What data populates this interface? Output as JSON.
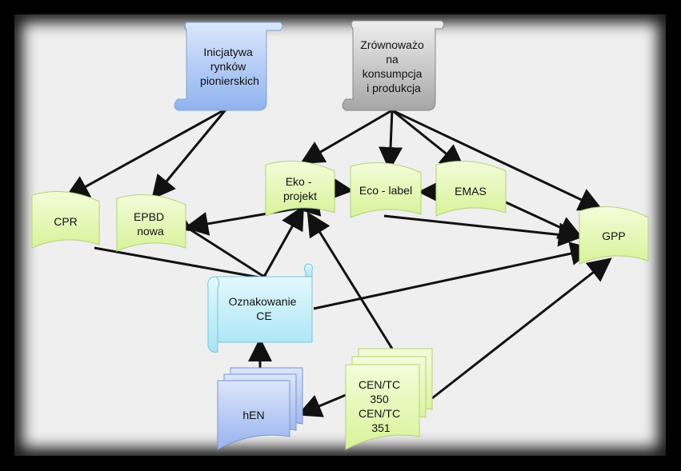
{
  "nodes": {
    "inicjatywa": {
      "lines": [
        "Inicjatywa",
        "rynków",
        "pionierskich"
      ],
      "color": "#9dbff5"
    },
    "zrownowazona": {
      "lines": [
        "Zrównoważo",
        "na",
        "konsumpcja",
        "i produkcja"
      ],
      "color": "#b8b8b8"
    },
    "cpr": {
      "lines": [
        "CPR"
      ],
      "color": "#e6f7b8"
    },
    "epbd": {
      "lines": [
        "EPBD",
        "nowa"
      ],
      "color": "#e6f7b8"
    },
    "ekoprojekt": {
      "lines": [
        "Eko -",
        "projekt"
      ],
      "color": "#e6f7b8"
    },
    "ecolabel": {
      "lines": [
        "Eco - label"
      ],
      "color": "#e6f7b8"
    },
    "emas": {
      "lines": [
        "EMAS"
      ],
      "color": "#e6f7b8"
    },
    "gpp": {
      "lines": [
        "GPP"
      ],
      "color": "#e6f7b8"
    },
    "oznakowanie": {
      "lines": [
        "Oznakowanie",
        "CE"
      ],
      "color": "#bdeefa"
    },
    "hen": {
      "lines": [
        "hEN"
      ],
      "color": "#a9c0f2"
    },
    "cen": {
      "lines": [
        "CEN/TC",
        "350",
        "CEN/TC",
        "351"
      ],
      "color": "#dcf6b2"
    }
  }
}
